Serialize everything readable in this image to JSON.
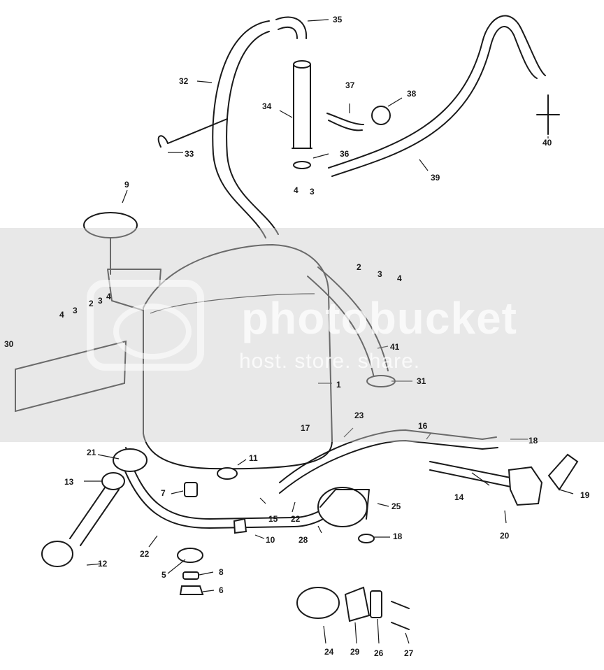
{
  "watermark": {
    "line1": "photobucket",
    "line2": "host. store. share."
  },
  "callouts": [
    "35",
    "32",
    "37",
    "38",
    "34",
    "33",
    "36",
    "39",
    "40",
    "9",
    "4",
    "3",
    "2",
    "3",
    "4",
    "4",
    "3",
    "2",
    "3",
    "4",
    "30",
    "41",
    "1",
    "31",
    "23",
    "17",
    "16",
    "18",
    "21",
    "11",
    "13",
    "7",
    "14",
    "19",
    "15",
    "22",
    "25",
    "28",
    "22",
    "10",
    "18",
    "20",
    "12",
    "5",
    "8",
    "6",
    "24",
    "29",
    "26",
    "27"
  ]
}
